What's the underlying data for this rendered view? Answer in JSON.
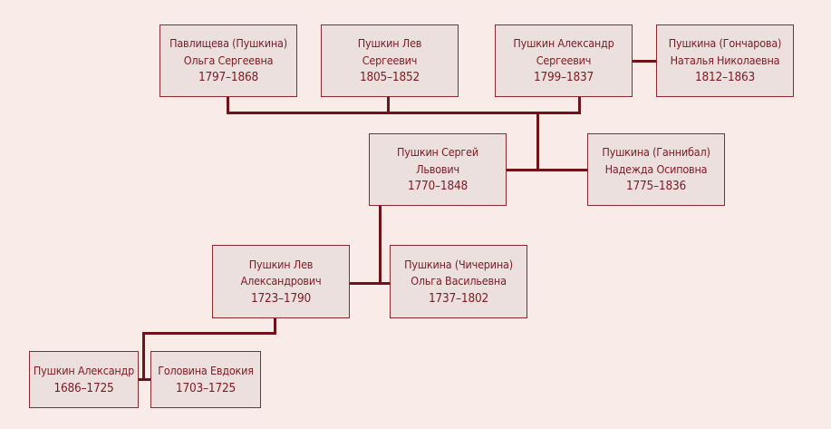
{
  "diagram": {
    "type": "family-tree",
    "colors": {
      "background": "#f9ebe8",
      "box_fill": "#ece0df",
      "box_border": "#8a2a30",
      "text": "#7a1a22",
      "line": "#6e1419"
    },
    "people": [
      {
        "id": "olga_s",
        "lines": [
          "Павлищева (Пушкина)",
          "Ольга Сергеевна"
        ],
        "years": "1797–1868"
      },
      {
        "id": "lev_s",
        "lines": [
          "Пушкин Лев",
          "Сергеевич"
        ],
        "years": "1805–1852"
      },
      {
        "id": "alexander_s",
        "lines": [
          "Пушкин Александр",
          "Сергеевич"
        ],
        "years": "1799–1837"
      },
      {
        "id": "natalia",
        "lines": [
          "Пушкина (Гончарова)",
          "Наталья Николаевна"
        ],
        "years": "1812–1863"
      },
      {
        "id": "sergei",
        "lines": [
          "Пушкин Сергей",
          "Львович"
        ],
        "years": "1770–1848"
      },
      {
        "id": "nadezhda",
        "lines": [
          "Пушкина (Ганнибал)",
          "Надежда Осиповна"
        ],
        "years": "1775–1836"
      },
      {
        "id": "lev_a",
        "lines": [
          "Пушкин Лев",
          "Александрович"
        ],
        "years": "1723–1790"
      },
      {
        "id": "olga_v",
        "lines": [
          "Пушкина (Чичерина)",
          "Ольга Васильевна"
        ],
        "years": "1737–1802"
      },
      {
        "id": "alexander_p",
        "lines": [
          "Пушкин Александр"
        ],
        "years": "1686–1725"
      },
      {
        "id": "evdokia",
        "lines": [
          "Головина Евдокия"
        ],
        "years": "1703–1725"
      }
    ],
    "relations": [
      {
        "type": "spouse",
        "a": "alexander_s",
        "b": "natalia"
      },
      {
        "type": "spouse",
        "a": "sergei",
        "b": "nadezhda"
      },
      {
        "type": "children",
        "parents": [
          "sergei",
          "nadezhda"
        ],
        "children": [
          "olga_s",
          "lev_s",
          "alexander_s"
        ]
      },
      {
        "type": "spouse",
        "a": "lev_a",
        "b": "olga_v"
      },
      {
        "type": "children",
        "parents": [
          "lev_a",
          "olga_v"
        ],
        "children": [
          "sergei"
        ]
      },
      {
        "type": "spouse",
        "a": "alexander_p",
        "b": "evdokia"
      },
      {
        "type": "children",
        "parents": [
          "alexander_p",
          "evdokia"
        ],
        "children": [
          "lev_a"
        ]
      }
    ]
  }
}
